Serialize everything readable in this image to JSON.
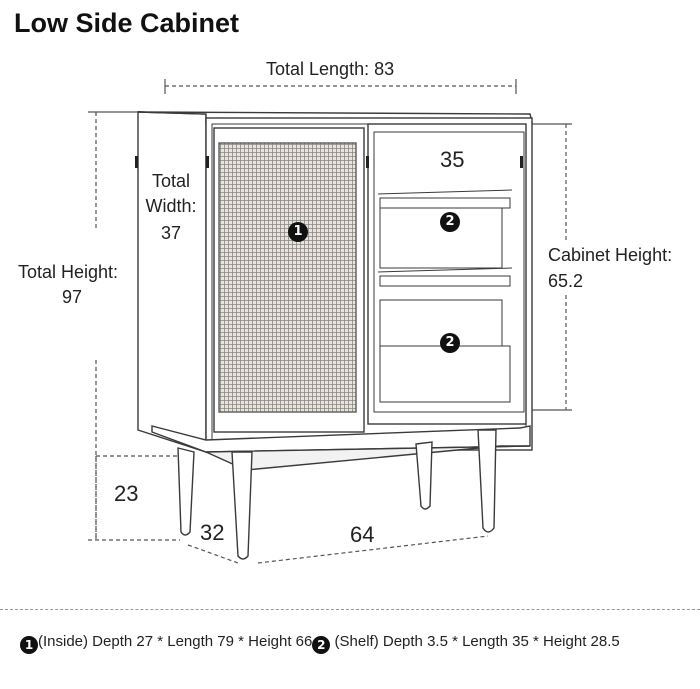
{
  "title": "Low Side Cabinet",
  "dimensions": {
    "total_length": "Total Length: 83",
    "total_width_line1": "Total",
    "total_width_line2": "Width:",
    "total_width_value": "37",
    "total_height_line1": "Total Height:",
    "total_height_value": "97",
    "cabinet_height_line1": "Cabinet Height:",
    "cabinet_height_value": "65.2",
    "drawer_width": "35",
    "leg_height": "23",
    "leg_depth": "32",
    "leg_span": "64"
  },
  "markers": {
    "one": "1",
    "two": "2"
  },
  "footer": {
    "item1_badge": "1",
    "item1_text": "(Inside) Depth 27 * Length 79 * Height 66",
    "item2_badge": "2",
    "item2_text": " (Shelf) Depth 3.5 * Length 35 * Height 28.5"
  }
}
